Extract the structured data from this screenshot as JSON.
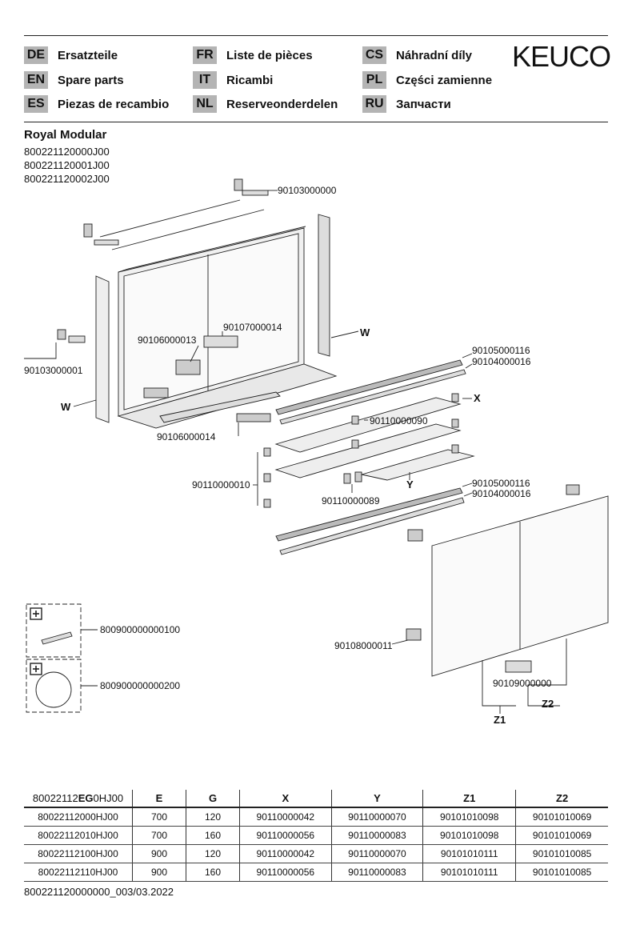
{
  "brand": "KEUCO",
  "languages": [
    {
      "code": "DE",
      "label": "Ersatzteile"
    },
    {
      "code": "EN",
      "label": "Spare parts"
    },
    {
      "code": "ES",
      "label": "Piezas de recambio"
    },
    {
      "code": "FR",
      "label": "Liste de pièces"
    },
    {
      "code": "IT",
      "label": "Ricambi"
    },
    {
      "code": "NL",
      "label": "Reserveonderdelen"
    },
    {
      "code": "CS",
      "label": "Náhradní díly"
    },
    {
      "code": "PL",
      "label": "Części zamienne"
    },
    {
      "code": "RU",
      "label": "Запчасти"
    }
  ],
  "product": {
    "name": "Royal Modular",
    "numbers": [
      "800221120000J00",
      "800221120001J00",
      "800221120002J00"
    ]
  },
  "diagram": {
    "callouts": {
      "top_bracket": "90103000000",
      "side_bracket": "90103000001",
      "w_right": "W",
      "w_left": "W",
      "light_block": "90106000013",
      "socket": "90107000014",
      "bottom_switch": "90106000014",
      "led_strip_1a": "90105000116",
      "led_strip_1b": "90104000016",
      "x_label": "X",
      "shelf_clip": "90110000090",
      "shelf_holder": "90110000010",
      "shelf_holder_2": "90110000089",
      "y_label": "Y",
      "led_strip_2a": "90105000116",
      "led_strip_2b": "90104000016",
      "hinge": "90108000011",
      "door_handle": "90109000000",
      "z1": "Z1",
      "z2": "Z2",
      "accessory_1": "800900000000100",
      "accessory_2": "800900000000200",
      "plus_symbol": "+"
    }
  },
  "table": {
    "headers": [
      "80022112EG0HJ00",
      "E",
      "G",
      "X",
      "Y",
      "Z1",
      "Z2"
    ],
    "header_first": {
      "pre": "80022112",
      "bold": "EG",
      "post": "0HJ00"
    },
    "rows": [
      [
        "80022112000HJ00",
        "700",
        "120",
        "90110000042",
        "90110000070",
        "90101010098",
        "90101010069"
      ],
      [
        "80022112010HJ00",
        "700",
        "160",
        "90110000056",
        "90110000083",
        "90101010098",
        "90101010069"
      ],
      [
        "80022112100HJ00",
        "900",
        "120",
        "90110000042",
        "90110000070",
        "90101010111",
        "90101010085"
      ],
      [
        "80022112110HJ00",
        "900",
        "160",
        "90110000056",
        "90110000083",
        "90101010111",
        "90101010085"
      ]
    ]
  },
  "footer": "800221120000000_003/03.2022"
}
